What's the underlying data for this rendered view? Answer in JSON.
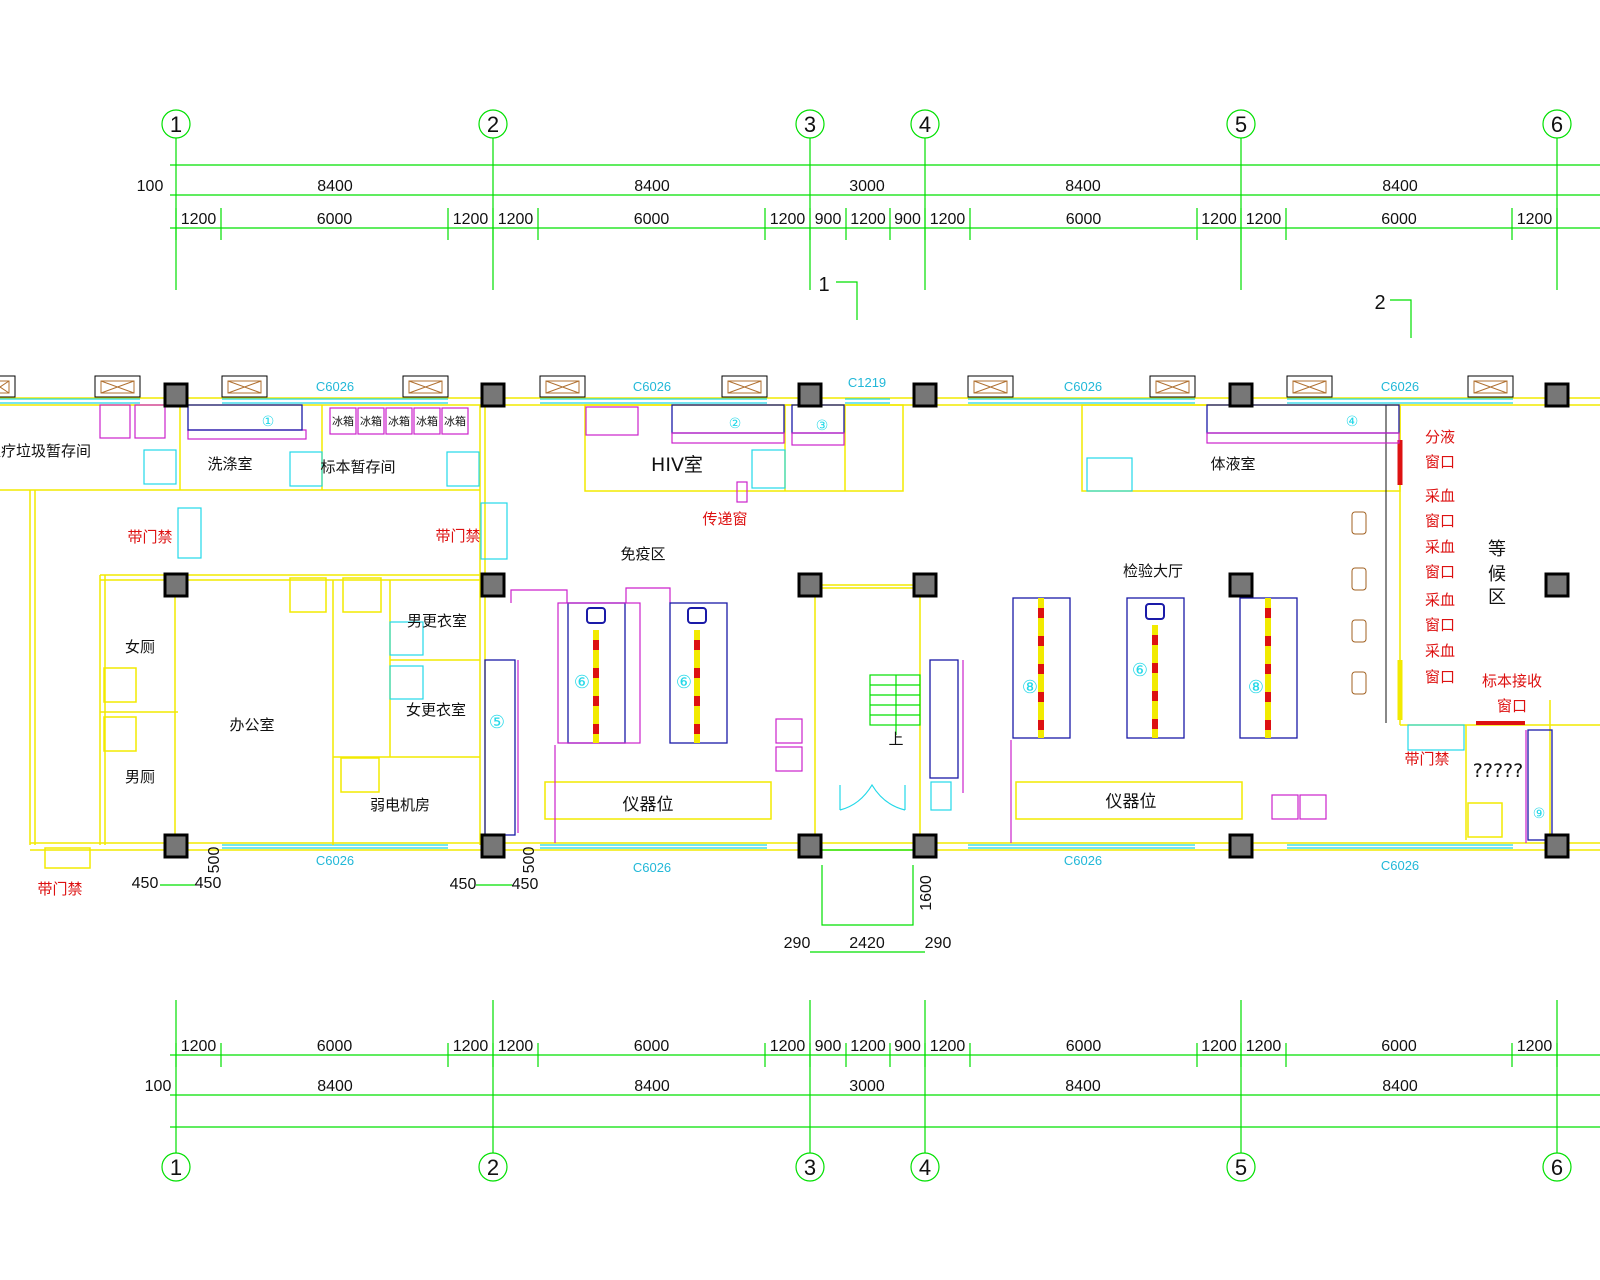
{
  "axes": [
    "1",
    "2",
    "3",
    "4",
    "5",
    "6"
  ],
  "dims": {
    "total_offset": "100",
    "main": [
      "8400",
      "8400",
      "3000",
      "8400",
      "8400"
    ],
    "sub": [
      "1200",
      "6000",
      "1200",
      "1200",
      "6000",
      "1200",
      "900",
      "1200",
      "900",
      "1200",
      "6000",
      "1200",
      "1200",
      "6000",
      "1200"
    ],
    "col_offsets": [
      "500",
      "500",
      "450",
      "450",
      "450",
      "450"
    ],
    "entrance": [
      "1600",
      "290",
      "2420",
      "290"
    ]
  },
  "sections": [
    "1",
    "2"
  ],
  "windows": {
    "c6026": "C6026",
    "c1219": "C1219"
  },
  "rooms": {
    "waste_storage": "医疗垃圾暂存间",
    "washing": "洗涤室",
    "specimen_storage": "标本暂存间",
    "fridge": "冰箱",
    "hiv": "HIV室",
    "pass_window": "传递窗",
    "immunity": "免疫区",
    "lab_hall": "检验大厅",
    "body_fluid": "体液室",
    "access_control": "带门禁",
    "waiting": [
      "等",
      "候",
      "区"
    ],
    "dispense_window": [
      "分液",
      "窗口"
    ],
    "blood_window": [
      "采血",
      "窗口"
    ],
    "specimen_receive": [
      "标本接收",
      "窗口"
    ],
    "unknown": "?????",
    "female_wc": "女厕",
    "male_wc": "男厕",
    "office": "办公室",
    "male_locker": "男更衣室",
    "female_locker": "女更衣室",
    "weak_current": "弱电机房",
    "instrument": "仪器位",
    "stairs_up": "上"
  },
  "circled": [
    "①",
    "②",
    "③",
    "④",
    "⑤",
    "⑥",
    "⑧",
    "⑨"
  ],
  "colors": {
    "grid": "#00e000",
    "wall": "#f2ea00",
    "window": "#22d8e8",
    "furniture": "#cc22cc",
    "bench": "#1a1aa8",
    "alert": "#dd1111",
    "column": "#777777"
  }
}
